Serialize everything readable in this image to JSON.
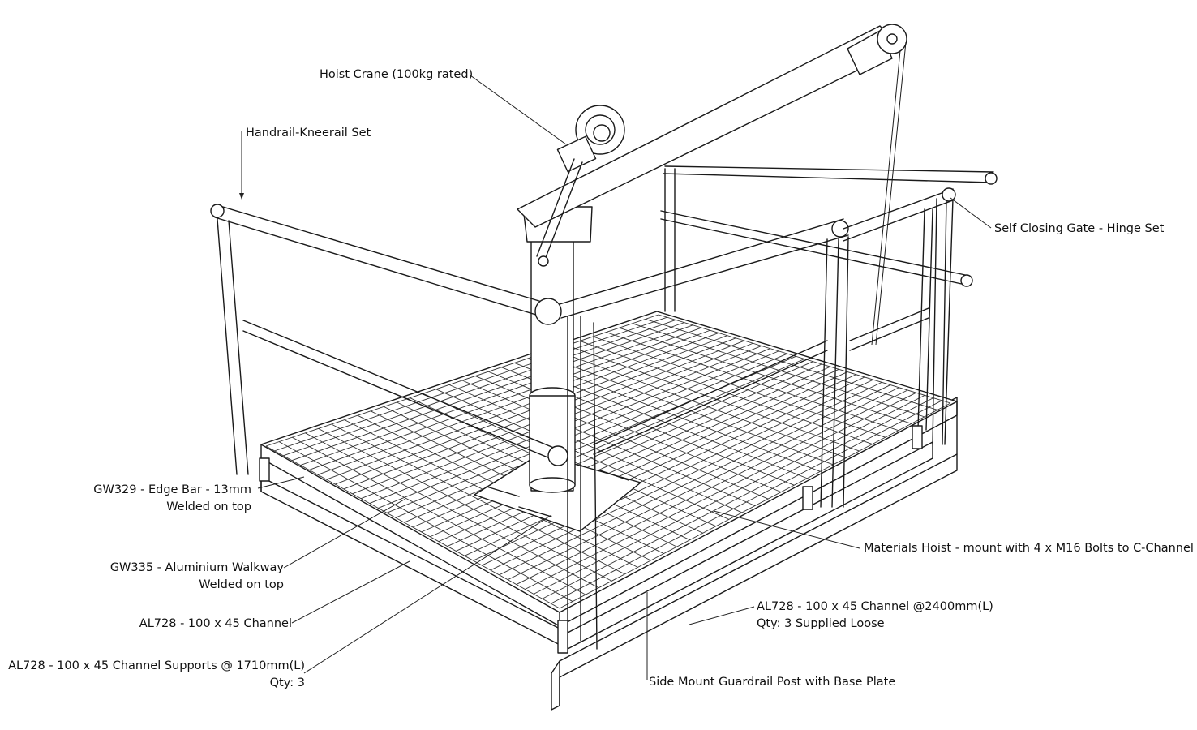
{
  "labels": {
    "hoist_crane": "Hoist Crane (100kg rated)",
    "handrail_kneerail": "Handrail-Kneerail Set",
    "self_closing_gate": "Self Closing Gate - Hinge Set",
    "edge_bar_line1": "GW329 - Edge Bar - 13mm",
    "edge_bar_line2": "Welded on top",
    "walkway_line1": "GW335 - Aluminium Walkway",
    "walkway_line2": "Welded on top",
    "channel": "AL728 - 100 x 45 Channel",
    "channel_supports_line1": "AL728 - 100 x 45 Channel Supports @ 1710mm(L)",
    "channel_supports_line2": "Qty: 3",
    "materials_hoist": "Materials Hoist - mount with 4 x M16 Bolts to C-Channel",
    "channel_2400_line1": "AL728 - 100 x 45 Channel @2400mm(L)",
    "channel_2400_line2": "Qty: 3 Supplied Loose",
    "side_mount_post": "Side Mount Guardrail Post with Base Plate"
  },
  "colors": {
    "line": "#1a1a1a",
    "background": "#ffffff"
  }
}
